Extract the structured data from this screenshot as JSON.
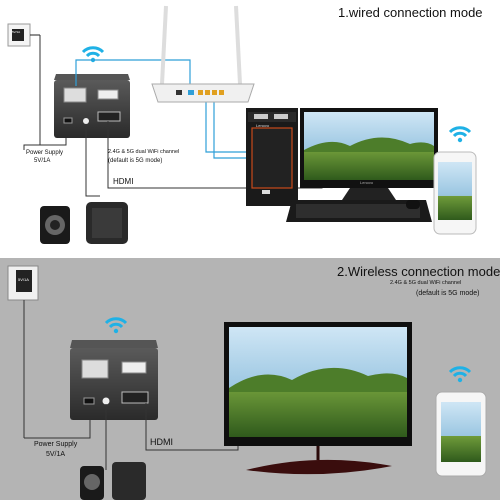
{
  "wired": {
    "title": "1.wired connection mode",
    "power_supply": "Power Supply",
    "power_rating": "5V/1A",
    "wifi_channel": "2.4G & 5G dual WiFi channel",
    "wifi_default": "(default is 5G mode)",
    "hdmi": "HDMI",
    "power_plug_text": "5V/1A",
    "monitor_brand": "Lenovo",
    "pc_brand": "Lenovo"
  },
  "wireless": {
    "title": "2.Wireless connection mode",
    "wifi_channel": "2.4G & 5G dual WiFi channel",
    "wifi_default": "(default is 5G mode)",
    "power_supply": "Power Supply",
    "power_rating": "5V/1A",
    "hdmi": "HDMI",
    "power_plug_text": "5V/1A"
  },
  "colors": {
    "top_background": "#ffffff",
    "bottom_background": "#b4b4b4",
    "network_cable": "#2f9fd8",
    "wifi_signal": "#1fb1e6",
    "tv_box": "#2b2b2b"
  }
}
